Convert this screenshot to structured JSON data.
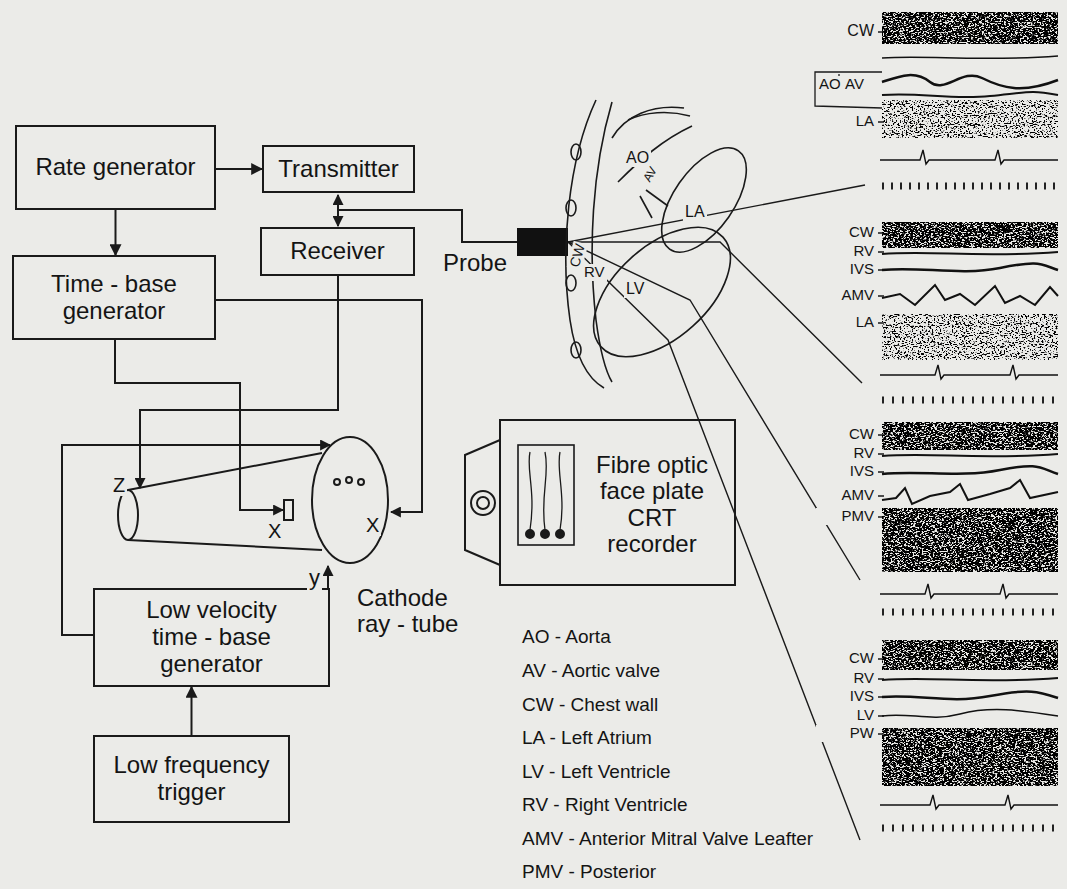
{
  "diagram": {
    "nodes": [
      {
        "text": [
          "Rate generator"
        ]
      },
      {
        "text": [
          "Transmitter"
        ]
      },
      {
        "text": [
          "Receiver"
        ]
      },
      {
        "text": [
          "Time - base generator"
        ]
      },
      {
        "text": [
          "Low velocity time - base generator"
        ]
      },
      {
        "text": [
          "Low frequency trigger"
        ]
      }
    ],
    "edges": [
      {
        "from": 0,
        "to": 1,
        "arrow": "to"
      },
      {
        "from": 0,
        "to": 3,
        "arrow": "to"
      },
      {
        "from": 5,
        "to": 4,
        "arrow": "to"
      }
    ],
    "labels": [
      "CW",
      "AO",
      "AV",
      "LA",
      "AO",
      "AV",
      "LA",
      "CW",
      "RV",
      "IVS",
      "AMV",
      "LA",
      "Probe",
      "CW",
      "RV",
      "LV",
      "Z",
      "X",
      "X",
      "CW",
      "RV",
      "IVS",
      "AMV",
      "PMV",
      "Fibre optic face plate CRT recorder",
      "y",
      "Cathode ray - tube",
      "CW",
      "RV",
      "IVS",
      "LV",
      "PW",
      "AO - Aorta",
      "AV - Aortic valve",
      "CW - Chest wall",
      "LA - Left Atrium",
      "LV - Left Ventricle",
      "RV - Right Ventricle",
      "AMV - Anterior Mitral Valve Leafter",
      "PMV - Posterior"
    ]
  }
}
